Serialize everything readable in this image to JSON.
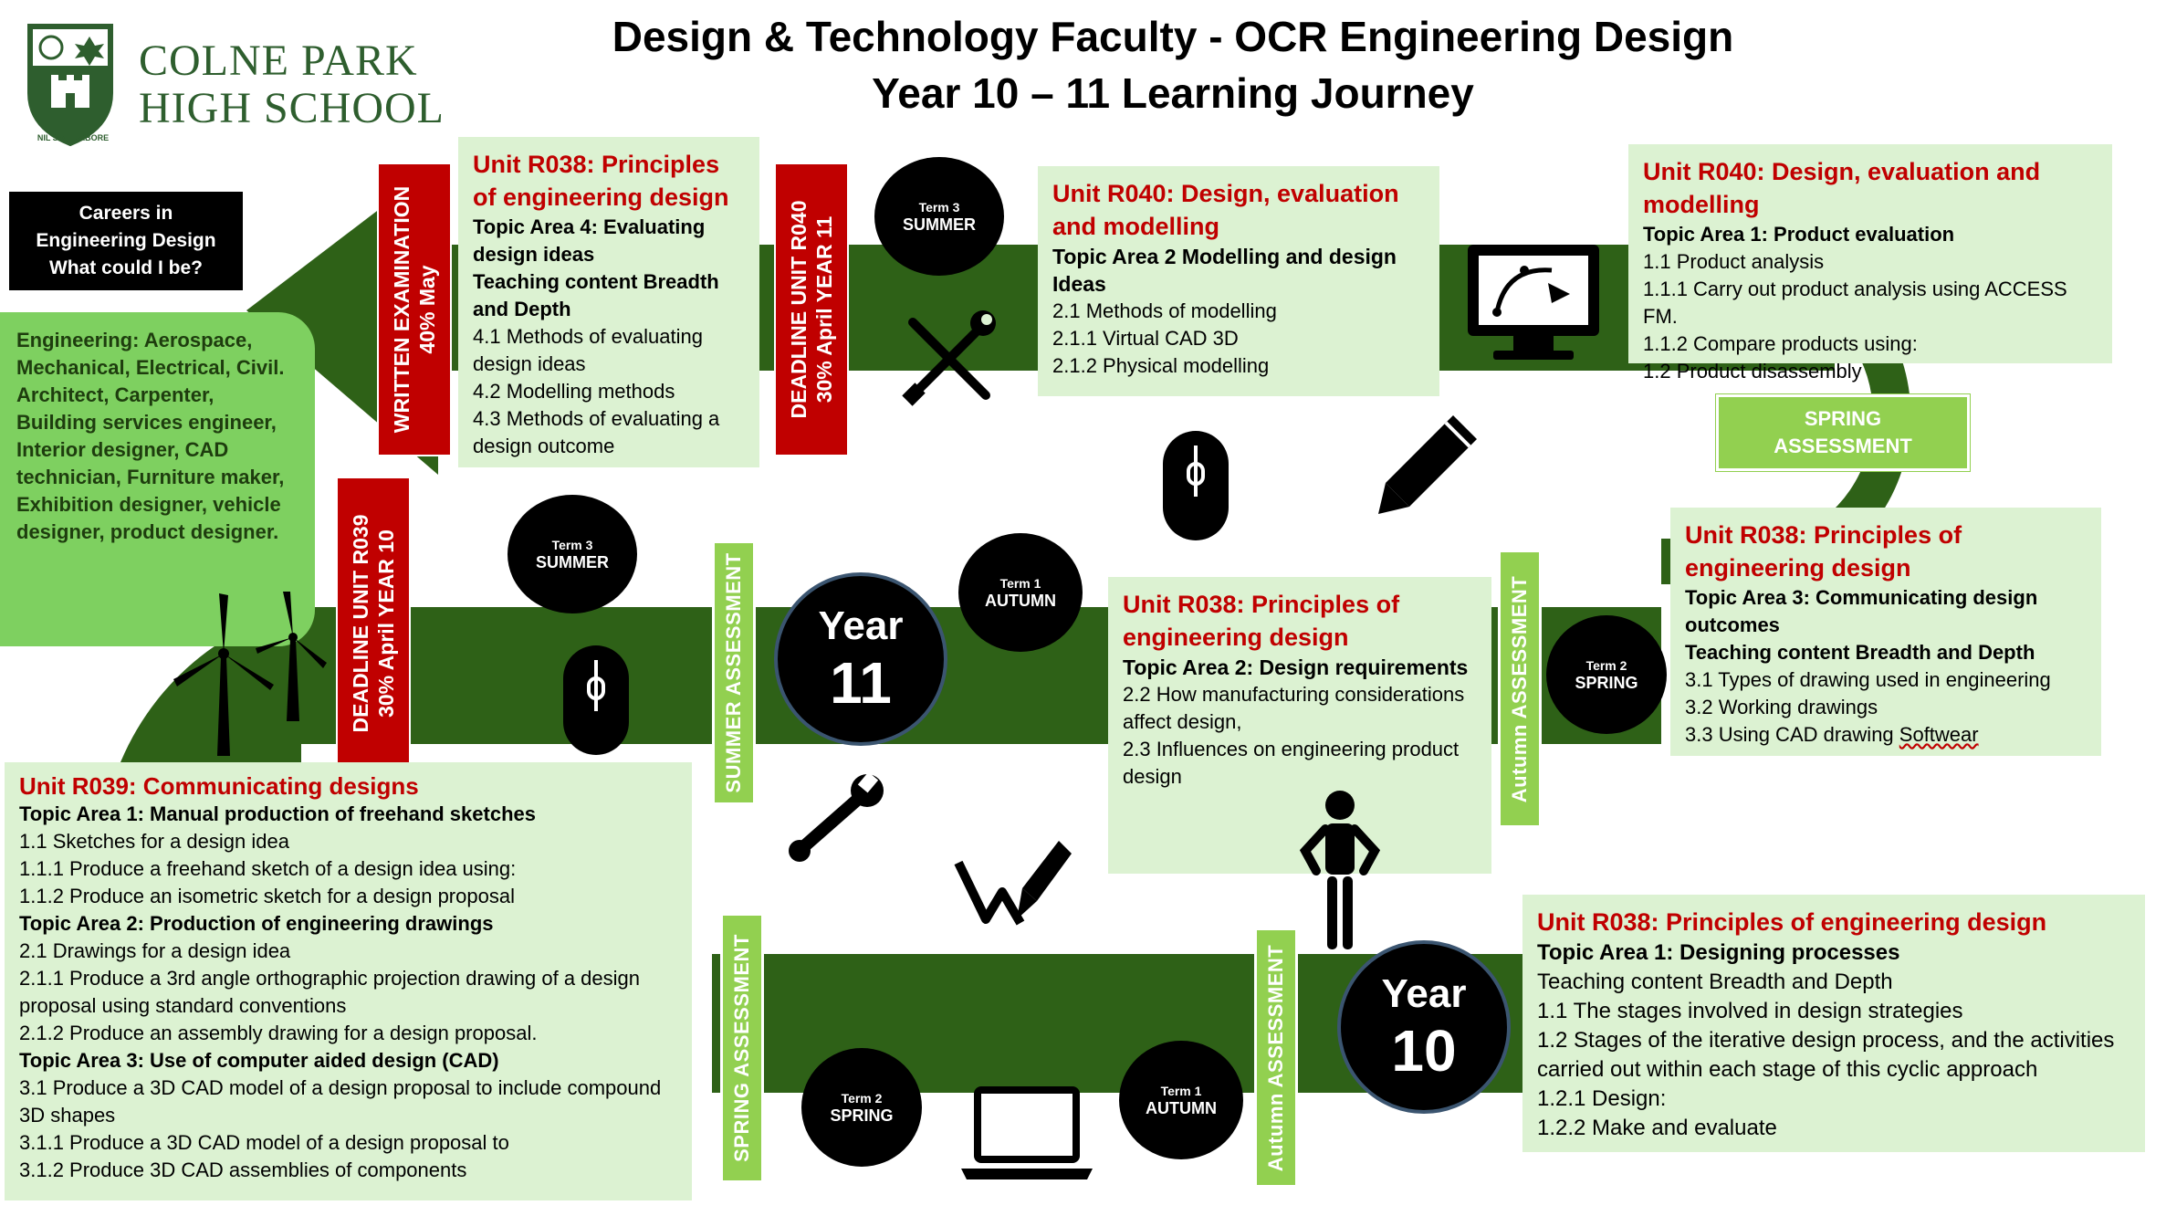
{
  "header": {
    "title_line1": "Design & Technology Faculty - OCR Engineering Design",
    "title_line2": "Year 10 – 11 Learning Journey"
  },
  "school": {
    "name_line1": "COLNE PARK",
    "name_line2": "HIGH SCHOOL",
    "motto": "NIL SINE LABORE"
  },
  "careers": {
    "box_lines": [
      "Careers in",
      "Engineering Design",
      "What could I be?"
    ],
    "list_text": "Engineering: Aerospace, Mechanical, Electrical, Civil. Architect, Carpenter, Building services engineer, Interior designer, CAD technician, Furniture maker, Exhibition designer, vehicle designer, product designer."
  },
  "banners": {
    "written_exam": [
      "WRITTEN EXAMINATION",
      "40% May"
    ],
    "deadline_r040": [
      "DEADLINE UNIT R040",
      "30% April  YEAR 11"
    ],
    "deadline_r039": [
      "DEADLINE UNIT R039",
      "30% April  YEAR 10"
    ]
  },
  "assessments": {
    "spring_top": [
      "SPRING",
      "ASSESSMENT"
    ],
    "summer": "SUMMER ASSESSMENT",
    "autumn_mid": "Autumn  ASSESSMENT",
    "spring_bottom": "SPRING ASSESSMENT",
    "autumn_bottom": "Autumn  ASSESSMENT"
  },
  "terms": {
    "t3_summer_top": [
      "Term 3",
      "SUMMER"
    ],
    "t3_summer_mid": [
      "Term 3",
      "SUMMER"
    ],
    "t1_autumn_mid": [
      "Term 1",
      "AUTUMN"
    ],
    "t2_spring_mid": [
      "Term 2",
      "SPRING"
    ],
    "t2_spring_bottom": [
      "Term 2",
      "SPRING"
    ],
    "t1_autumn_bottom": [
      "Term 1",
      "AUTUMN"
    ]
  },
  "years": {
    "y11": [
      "Year",
      "11"
    ],
    "y10": [
      "Year",
      "10"
    ]
  },
  "cards": {
    "r038_ta4": {
      "head": "Unit R038: Principles of engineering design",
      "bold1": "Topic Area 4: Evaluating design ideas",
      "bold2": "Teaching content Breadth and Depth",
      "items": [
        "4.1 Methods of evaluating design ideas",
        "4.2 Modelling methods",
        "4.3 Methods of evaluating a design outcome"
      ]
    },
    "r040_ta2": {
      "head": "Unit R040: Design, evaluation and modelling",
      "bold1": "Topic Area 2 Modelling and design Ideas",
      "items": [
        "2.1 Methods of modelling",
        "2.1.1 Virtual CAD 3D",
        "2.1.2 Physical modelling"
      ]
    },
    "r040_ta1": {
      "head": "Unit R040: Design, evaluation and modelling",
      "bold1": "Topic Area 1: Product evaluation",
      "items": [
        "1.1 Product analysis",
        "1.1.1 Carry out product analysis using ACCESS FM.",
        "1.1.2 Compare products using:",
        "1.2 Product disassembly"
      ]
    },
    "r038_ta3": {
      "head": "Unit R038: Principles of engineering design",
      "bold1": "Topic Area 3: Communicating design outcomes",
      "bold2": "Teaching content Breadth and Depth",
      "items": [
        "3.1 Types of drawing used in engineering",
        "3.2 Working drawings",
        "3.3 Using CAD drawing "
      ],
      "wavy": "Softwear"
    },
    "r038_ta2": {
      "head": "Unit R038: Principles of engineering design",
      "bold1": "Topic Area 2: Design requirements",
      "items": [
        "2.2 How manufacturing considerations affect design,",
        "2.3 Influences on engineering product design"
      ]
    },
    "r039": {
      "head": "Unit R039: Communicating designs",
      "lines": [
        {
          "b": true,
          "t": "Topic Area 1: Manual production of freehand sketches"
        },
        {
          "b": false,
          "t": "1.1 Sketches for a design idea"
        },
        {
          "b": false,
          "t": "1.1.1 Produce a freehand sketch of a design idea using:"
        },
        {
          "b": false,
          "t": "1.1.2 Produce an isometric sketch for a design proposal"
        },
        {
          "b": true,
          "t": "Topic Area 2: Production of engineering drawings"
        },
        {
          "b": false,
          "t": "2.1 Drawings for a design idea"
        },
        {
          "b": false,
          "t": "2.1.1 Produce a 3rd angle orthographic projection drawing of a design proposal using standard  conventions"
        },
        {
          "b": false,
          "t": "2.1.2 Produce an assembly drawing for a design proposal."
        },
        {
          "b": true,
          "t": "Topic Area 3: Use of computer aided design (CAD)"
        },
        {
          "b": false,
          "t": "3.1 Produce a 3D CAD model of a design proposal to include compound 3D shapes"
        },
        {
          "b": false,
          "t": "3.1.1 Produce a 3D CAD model of a design proposal to"
        },
        {
          "b": false,
          "t": "3.1.2 Produce 3D CAD assemblies of components"
        }
      ]
    },
    "r038_ta1": {
      "head": "Unit R038: Principles of engineering design",
      "bold1": "Topic Area 1: Designing processes",
      "items": [
        "Teaching content Breadth and Depth",
        "1.1 The stages involved in design strategies",
        "1.2 Stages of the iterative design process, and the activities carried out within each stage of this cyclic approach",
        "1.2.1 Design:",
        "1.2.2 Make and evaluate"
      ]
    }
  },
  "icons": [
    "crest-icon",
    "tools-cross-icon",
    "computer-monitor-bezier-icon",
    "pencil-icon",
    "mouse-icon",
    "wind-turbine-icon",
    "wrench-icon",
    "pen-drawing-icon",
    "laptop-icon",
    "mannequin-icon"
  ],
  "colors": {
    "band": "#2e6117",
    "card": "#dcf2d2",
    "head_red": "#c00000",
    "assess_green": "#92d050",
    "careers_green": "#7ed060"
  }
}
